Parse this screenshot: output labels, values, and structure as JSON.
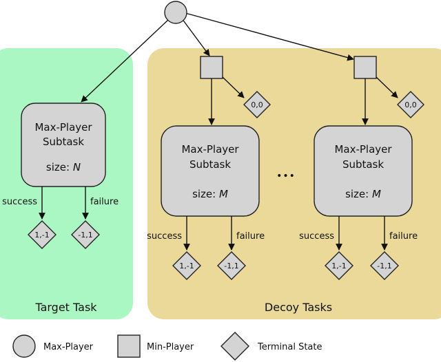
{
  "colors": {
    "target_panel": "#aaf7c3",
    "decoy_panel": "#ebd999",
    "node_fill": "#d4d4d4",
    "stroke": "#222222"
  },
  "panels": {
    "target": "Target Task",
    "decoy": "Decoy Tasks"
  },
  "target_subtask": {
    "line1": "Max-Player",
    "line2": "Subtask",
    "size_prefix": "size: ",
    "size_var": "N",
    "success_label": "success",
    "failure_label": "failure",
    "success_value": "1,-1",
    "failure_value": "-1,1"
  },
  "decoy_subtask": {
    "line1": "Max-Player",
    "line2": "Subtask",
    "size_prefix": "size: ",
    "size_var": "M",
    "success_label": "success",
    "failure_label": "failure",
    "success_value": "1,-1",
    "failure_value": "-1,1",
    "quit_value": "0,0"
  },
  "ellipsis": "•••",
  "legend": {
    "max_player": "Max-Player",
    "min_player": "Min-Player",
    "terminal_state": "Terminal State"
  }
}
